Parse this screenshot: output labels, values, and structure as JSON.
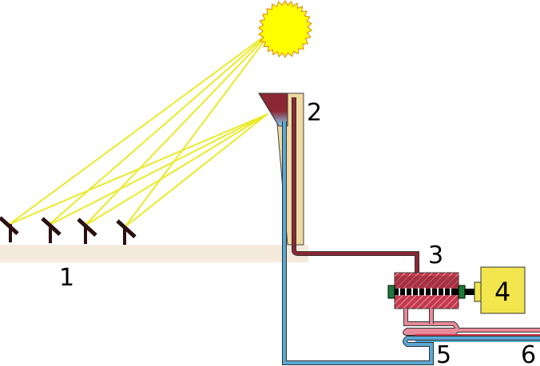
{
  "labels": {
    "heliostat_field": "1",
    "tower": "2",
    "turbine": "3",
    "generator": "4",
    "heat_exchanger": "5",
    "grid_lines": "6"
  },
  "colors": {
    "sun_fill": "#ffff00",
    "sun_stroke": "#e08000",
    "light_rays": "#eaea2a",
    "ground": "#f4ebdc",
    "tower": "#f0d9a0",
    "hot_pipe": "#8a2836",
    "cold_pipe": "#59a7d4",
    "turbine": "#c8384c",
    "generator": "#f2e54e",
    "heliostat": "#2b0f0f"
  }
}
